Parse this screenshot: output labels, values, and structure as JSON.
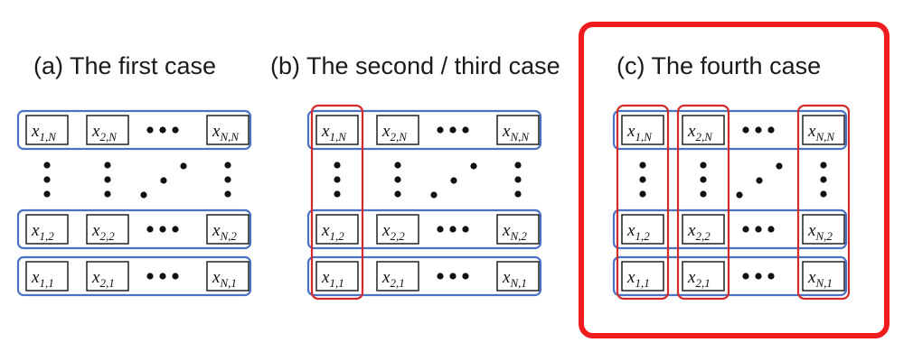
{
  "panels": [
    {
      "id": "a",
      "title": "(a) The first case",
      "highlighted": false,
      "columns_grouped": []
    },
    {
      "id": "b",
      "title": "(b) The second / third case",
      "highlighted": false,
      "columns_grouped": [
        0
      ]
    },
    {
      "id": "c",
      "title": "(c) The fourth case",
      "highlighted": true,
      "columns_grouped": [
        0,
        1,
        3
      ]
    }
  ],
  "grid": {
    "rows": [
      {
        "key": "N",
        "cells": [
          {
            "var": "x",
            "sub": "1,N"
          },
          {
            "var": "x",
            "sub": "2,N"
          },
          {
            "var": "x",
            "sub": "N,N"
          }
        ]
      },
      {
        "key": "2",
        "cells": [
          {
            "var": "x",
            "sub": "1,2"
          },
          {
            "var": "x",
            "sub": "2,2"
          },
          {
            "var": "x",
            "sub": "N,2"
          }
        ]
      },
      {
        "key": "1",
        "cells": [
          {
            "var": "x",
            "sub": "1,1"
          },
          {
            "var": "x",
            "sub": "2,1"
          },
          {
            "var": "x",
            "sub": "N,1"
          }
        ]
      }
    ]
  },
  "colors": {
    "row_group": "#4a72c4",
    "column_group": "#d42a2a",
    "highlight": "#ee1c1c",
    "cell_border": "#111111",
    "dot": "#111111"
  }
}
